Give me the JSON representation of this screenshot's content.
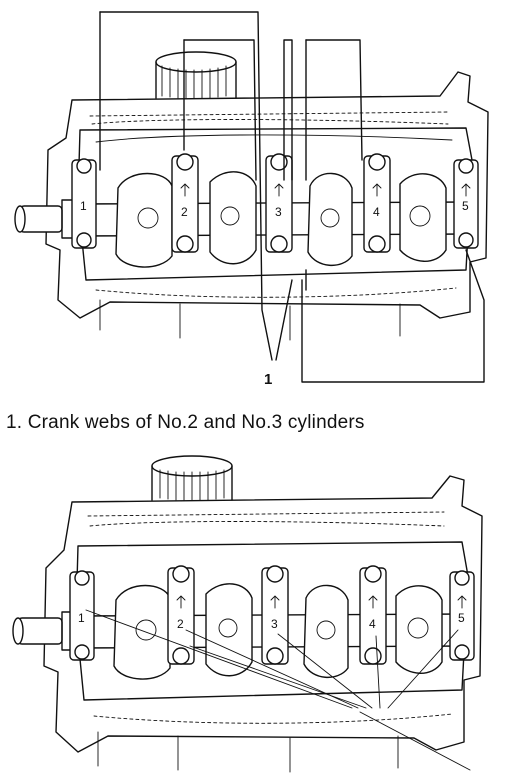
{
  "top_figure": {
    "callout_number": "1",
    "journal_labels": [
      "1",
      "2",
      "3",
      "4",
      "5"
    ]
  },
  "caption": "1. Crank webs of No.2 and No.3 cylinders",
  "bottom_figure": {
    "journal_labels": [
      "1",
      "2",
      "3",
      "4",
      "5"
    ]
  }
}
